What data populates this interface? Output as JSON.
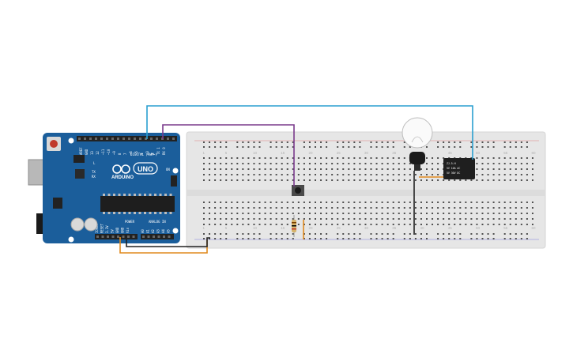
{
  "arduino": {
    "brand": "ARDUINO",
    "model": "UNO",
    "digital_header": "DIGITAL (PWM~)",
    "power_header": "POWER",
    "analog_header": "ANALOG IN",
    "on_label": "ON",
    "tx_label": "TX",
    "rx_label": "RX",
    "l_label": "L",
    "digital_pins": [
      "AREF",
      "GND",
      "13",
      "12",
      "~11",
      "~10",
      "~9",
      "8",
      "7",
      "~6",
      "~5",
      "4",
      "~3",
      "2",
      "TX 1",
      "RX 0"
    ],
    "power_pins": [
      "IOREF",
      "RESET",
      "3.3V",
      "5V",
      "GND",
      "GND",
      "Vin"
    ],
    "analog_pins": [
      "A0",
      "A1",
      "A2",
      "A3",
      "A4",
      "A5"
    ]
  },
  "relay": {
    "line1": "ZJ-5-H",
    "line2": "5V 10A AC",
    "line3": "5V 30V DC"
  },
  "breadboard": {
    "column_numbers": [
      "1",
      "5",
      "10",
      "15",
      "20",
      "25",
      "30",
      "35",
      "40",
      "45",
      "50",
      "55",
      "60"
    ]
  },
  "colors": {
    "arduino_blue": "#1b5e9b",
    "breadboard": "#e6e6e6",
    "wire_blue": "#2a9fd0",
    "wire_purple": "#7a3a8c",
    "wire_orange": "#e08a1e",
    "wire_black": "#222222",
    "relay": "#1f1f1f"
  }
}
